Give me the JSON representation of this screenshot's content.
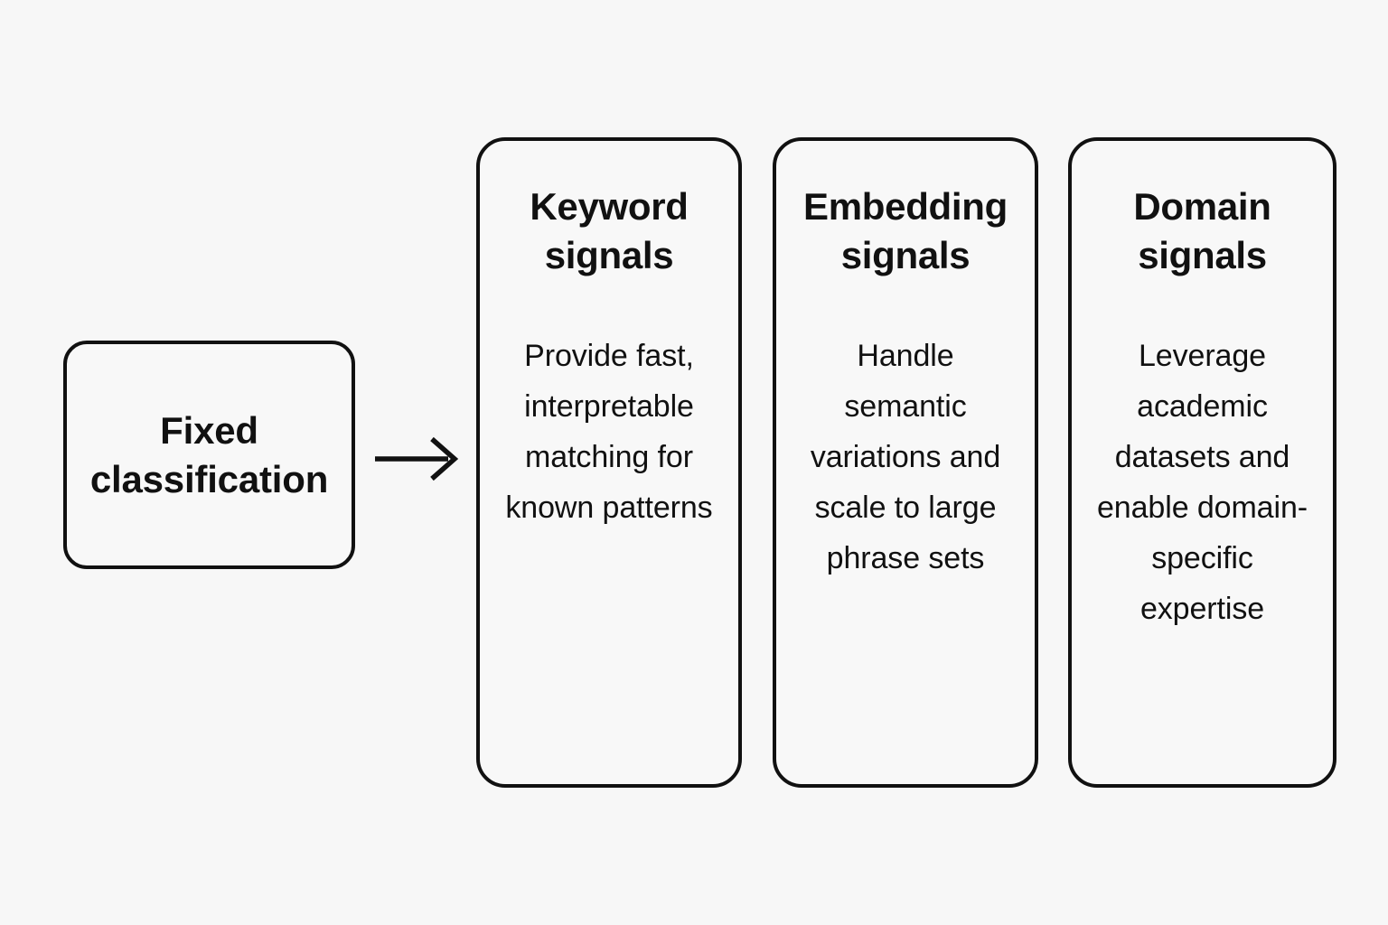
{
  "diagram": {
    "background_color": "#f7f7f7",
    "stroke_color": "#111111",
    "source": {
      "label": "Fixed\nclassification"
    },
    "connector": {
      "type": "arrow-right",
      "icon": "arrow-right-icon"
    },
    "cards": [
      {
        "title": "Keyword\nsignals",
        "body": "Provide fast, interpretable matching for known patterns"
      },
      {
        "title": "Embedding\nsignals",
        "body": "Handle semantic variations and scale to large phrase sets"
      },
      {
        "title": "Domain\nsignals",
        "body": "Leverage academic datasets and enable domain-specific expertise"
      }
    ]
  }
}
